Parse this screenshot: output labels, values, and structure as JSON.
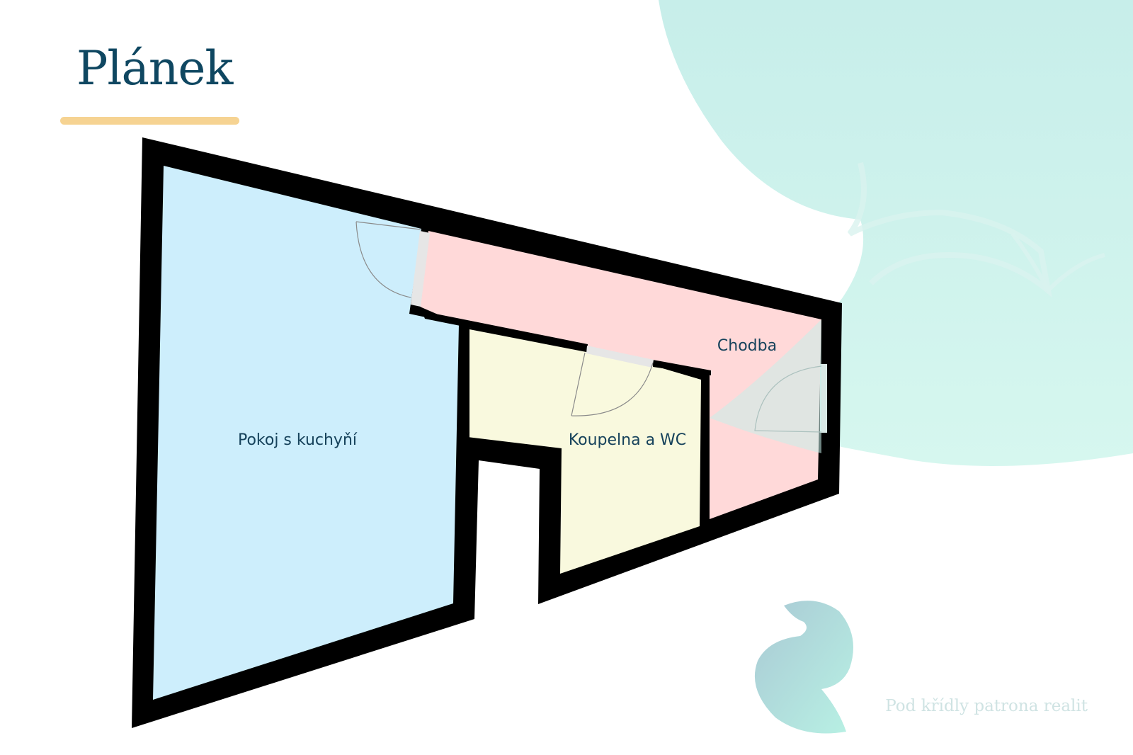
{
  "header": {
    "title": "Plánek"
  },
  "rooms": {
    "living": {
      "label": "Pokoj s kuchyňí",
      "color": "#cdeefc"
    },
    "bathroom": {
      "label": "Koupelna a WC",
      "color": "#f9f9de"
    },
    "hallway": {
      "label": "Chodba",
      "color": "#ffd9d9"
    }
  },
  "brand": {
    "tagline": "Pod křídly patrona realit",
    "accent_color": "#f6d392",
    "title_color": "#0f4761",
    "logo_color": "#aee8e0"
  },
  "icons": {
    "logo": "wing-logo-icon",
    "door": "door-swing-icon"
  }
}
